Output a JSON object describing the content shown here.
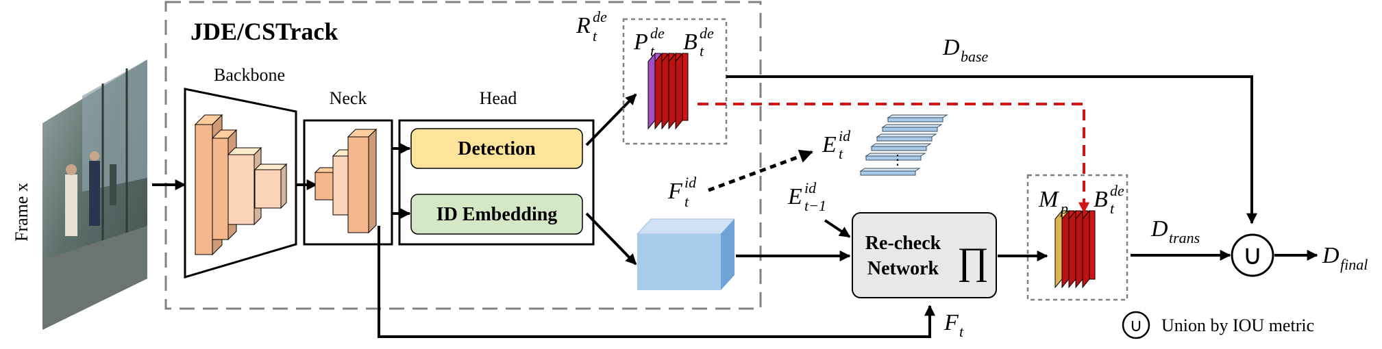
{
  "frame_label": "Frame x",
  "framework_title": "JDE/CSTrack",
  "backbone_label": "Backbone",
  "neck_label": "Neck",
  "head_label": "Head",
  "detection_label": "Detection",
  "id_embedding_label": "ID Embedding",
  "recheck_line1": "Re-check",
  "recheck_line2": "Network",
  "product_symbol": "∏",
  "union_symbol": "∪",
  "legend_text": "Union by IOU metric",
  "math": {
    "R": {
      "base": "R",
      "sub": "t",
      "sup": "de"
    },
    "P": {
      "base": "P",
      "sub": "t",
      "sup": "de"
    },
    "B1": {
      "base": "B",
      "sub": "t",
      "sup": "de"
    },
    "B2": {
      "base": "B",
      "sub": "t",
      "sup": "de"
    },
    "Mp": {
      "base": "M",
      "sub": "p"
    },
    "E": {
      "base": "E",
      "sub": "t",
      "sup": "id"
    },
    "E1": {
      "base": "E",
      "sub": "t−1",
      "sup": "id"
    },
    "F": {
      "base": "F",
      "sub": "t",
      "sup": "id"
    },
    "Ft": {
      "base": "F",
      "sub": "t"
    },
    "Dbase": {
      "base": "D",
      "sub": "base"
    },
    "Dtrans": {
      "base": "D",
      "sub": "trans"
    },
    "Dfinal": {
      "base": "D",
      "sub": "final"
    }
  },
  "colors": {
    "title": "#c0651c",
    "detection_fill": "#fde49a",
    "id_fill": "#d4e8c6",
    "layer_fill": "#f5b78c",
    "feature_fill": "#a9cbeb",
    "red": "#d11414",
    "purple": "#b455d8",
    "yellow": "#f3c95a",
    "recheck_fill": "#e8e8e8"
  }
}
